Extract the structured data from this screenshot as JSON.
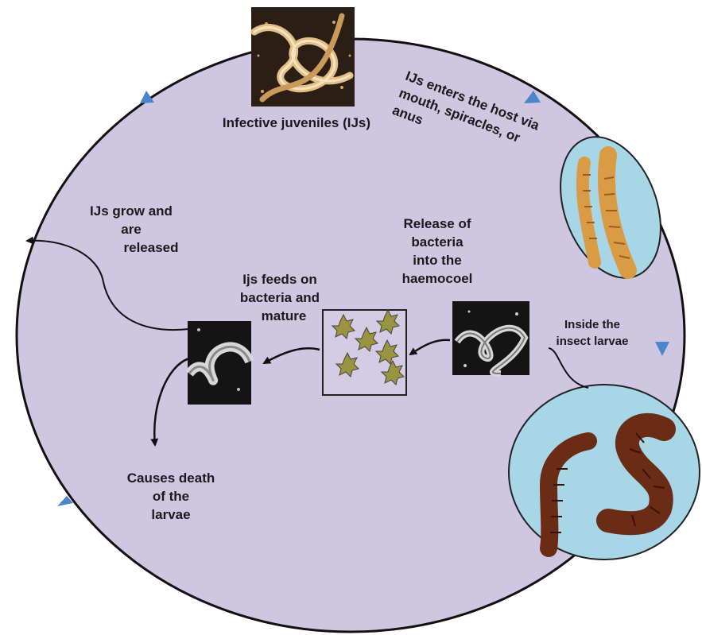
{
  "colors": {
    "cycle_fill": "#cfc6e2",
    "cycle_stroke": "#111111",
    "cycle_arrow": "#4a86c8",
    "larvae_bubble": "#a7d7e6",
    "bacteria_fill": "#9a9440",
    "nematode_photo_bg": "#2b1e14",
    "micrograph_bg": "#141414",
    "larva_color": "#6a2c14",
    "pale_larva_color": "#d99c45"
  },
  "labels": {
    "ij": "Infective juveniles (IJs)",
    "enter": [
      "IJs enters the host via",
      "mouth, spiracles, or",
      "anus"
    ],
    "grow": [
      "IJs grow and",
      "are",
      "released"
    ],
    "release": [
      "Release of",
      "bacteria",
      "into the",
      "haemocoel"
    ],
    "feeds": [
      "Ijs feeds on",
      "bacteria and",
      "mature"
    ],
    "inside": [
      "Inside the",
      "insect larvae"
    ],
    "death": [
      "Causes death",
      "of the",
      "larvae"
    ]
  },
  "images": {
    "ij_photo": "nematode-cluster-photo",
    "pale_larvae": "pale-larvae-photo",
    "dark_larvae": "dark-larvae-photo",
    "micrograph_right": "nematode-micrograph",
    "micrograph_left": "mature-nematode-micrograph",
    "bacteria_box": "bacteria-cells-box"
  }
}
